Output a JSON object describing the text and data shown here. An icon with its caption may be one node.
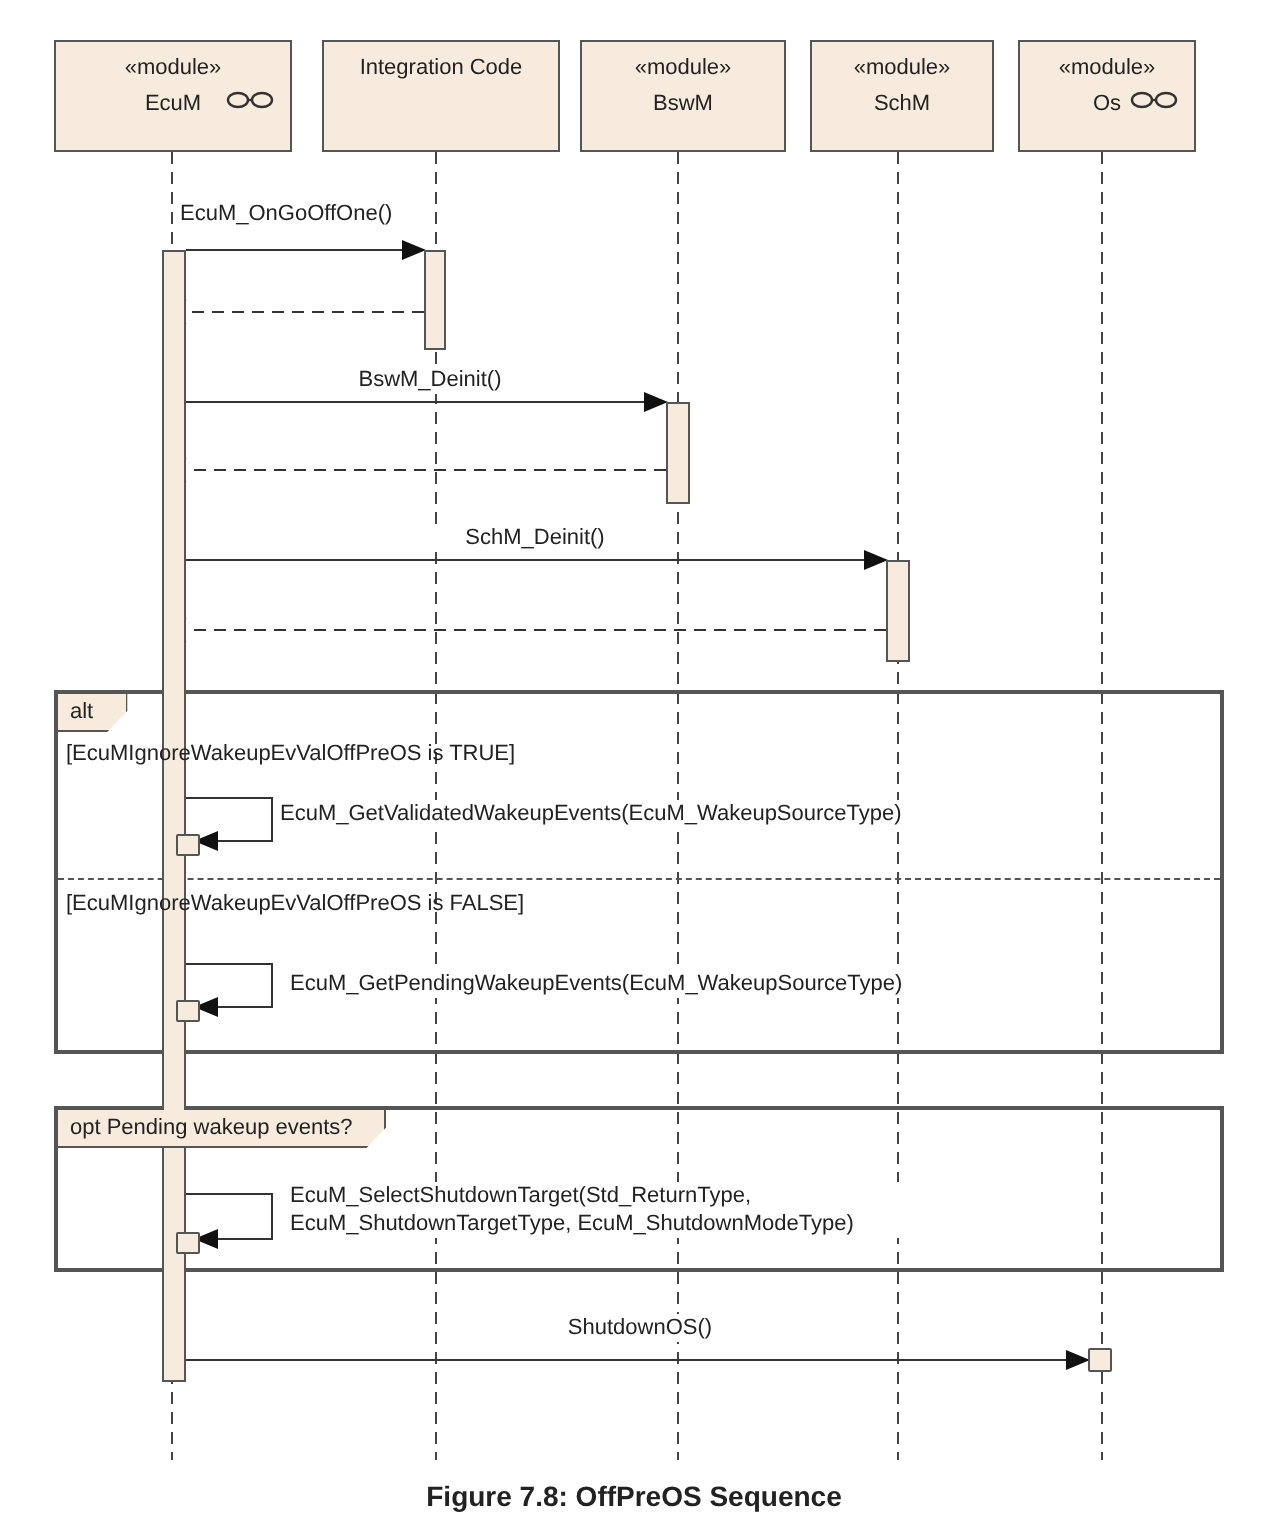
{
  "diagram": {
    "caption": "Figure 7.8: OffPreOS Sequence",
    "nodes": [
      {
        "text": [
          "«module»",
          "EcuM"
        ]
      },
      {
        "text": [
          "Integration Code"
        ]
      },
      {
        "text": [
          "«module»",
          "BswM"
        ]
      },
      {
        "text": [
          "«module»",
          "SchM"
        ]
      },
      {
        "text": [
          "«module»",
          "Os"
        ]
      },
      {
        "text": [],
        "shape": "bar"
      },
      {
        "text": [],
        "shape": "bar"
      },
      {
        "text": [],
        "shape": "bar"
      },
      {
        "text": [],
        "shape": "bar"
      },
      {
        "text": [
          "alt",
          "[EcuMIgnoreWakeupEvValOffPreOS is TRUE]",
          "[EcuMIgnoreWakeupEvValOffPreOS is FALSE]"
        ]
      },
      {
        "text": [],
        "shape": "box",
        "in": 9
      },
      {
        "text": [],
        "shape": "box",
        "in": 9
      },
      {
        "text": [
          "opt Pending wakeup events?"
        ]
      },
      {
        "text": [],
        "shape": "box",
        "in": 12
      },
      {
        "text": [],
        "shape": "box"
      }
    ],
    "edges": [
      {
        "from": 5,
        "to": 6,
        "arrow": "to",
        "label": "EcuM_OnGoOffOne()"
      },
      {
        "from": 6,
        "to": 5,
        "arrow": "to",
        "style": "dashed"
      },
      {
        "from": 5,
        "to": 7,
        "arrow": "to",
        "label": "BswM_Deinit()"
      },
      {
        "from": 7,
        "to": 5,
        "arrow": "to",
        "style": "dashed"
      },
      {
        "from": 5,
        "to": 8,
        "arrow": "to",
        "label": "SchM_Deinit()"
      },
      {
        "from": 8,
        "to": 5,
        "arrow": "to",
        "style": "dashed"
      },
      {
        "from": 5,
        "to": 10,
        "arrow": "to",
        "label": "EcuM_GetValidatedWakeupEvents(EcuM_WakeupSourceType)"
      },
      {
        "from": 5,
        "to": 11,
        "arrow": "to",
        "label": "EcuM_GetPendingWakeupEvents(EcuM_WakeupSourceType)"
      },
      {
        "from": 5,
        "to": 13,
        "arrow": "to",
        "label": "EcuM_SelectShutdownTarget(Std_ReturnType, EcuM_ShutdownTargetType, EcuM_ShutdownModeType)"
      },
      {
        "from": 5,
        "to": 14,
        "arrow": "to",
        "label": "ShutdownOS()"
      }
    ]
  }
}
